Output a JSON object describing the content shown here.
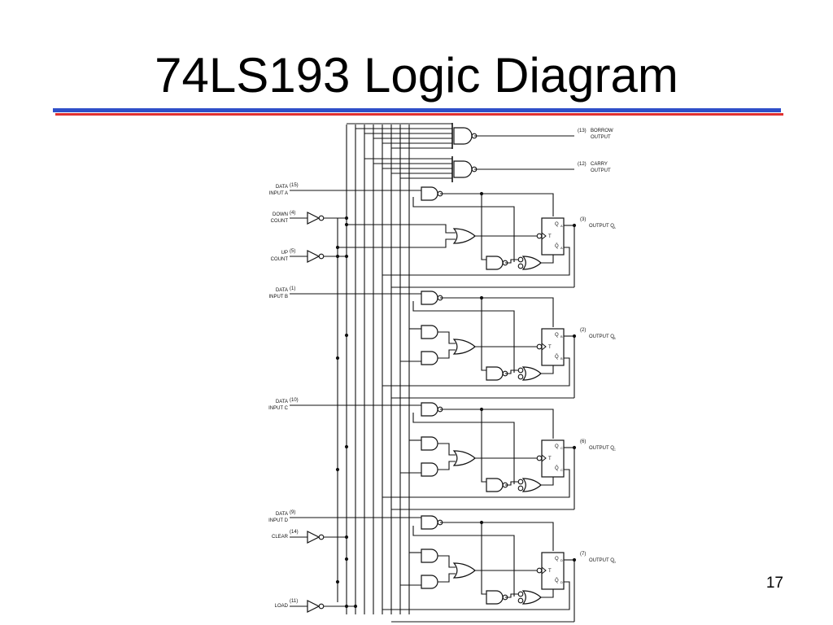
{
  "slide": {
    "title": "74LS193 Logic Diagram",
    "page_number": "17",
    "colors": {
      "rule_blue": "#2f4fc9",
      "rule_red": "#e03030",
      "ink": "#111111"
    }
  },
  "diagram": {
    "inputs": [
      {
        "id": "data-a",
        "line1": "DATA",
        "line2": "INPUT A",
        "pin": "(15)"
      },
      {
        "id": "down",
        "line1": "DOWN",
        "line2": "COUNT",
        "pin": "(4)"
      },
      {
        "id": "up",
        "line1": "UP",
        "line2": "COUNT",
        "pin": "(5)"
      },
      {
        "id": "data-b",
        "line1": "DATA",
        "line2": "INPUT B",
        "pin": "(1)"
      },
      {
        "id": "data-c",
        "line1": "DATA",
        "line2": "INPUT C",
        "pin": "(10)"
      },
      {
        "id": "data-d",
        "line1": "DATA",
        "line2": "INPUT D",
        "pin": "(9)"
      },
      {
        "id": "clear",
        "line1": "CLEAR",
        "line2": "",
        "pin": "(14)"
      },
      {
        "id": "load",
        "line1": "LOAD",
        "line2": "",
        "pin": "(11)"
      }
    ],
    "top_outputs": [
      {
        "id": "borrow",
        "line1": "BORROW",
        "line2": "OUTPUT",
        "pin": "(13)"
      },
      {
        "id": "carry",
        "line1": "CARRY",
        "line2": "OUTPUT",
        "pin": "(12)"
      }
    ],
    "stage_outputs": [
      {
        "id": "qa",
        "label": "OUTPUT Q",
        "sub": "A",
        "pin": "(3)"
      },
      {
        "id": "qb",
        "label": "OUTPUT Q",
        "sub": "B",
        "pin": "(2)"
      },
      {
        "id": "qc",
        "label": "OUTPUT Q",
        "sub": "C",
        "pin": "(6)"
      },
      {
        "id": "qd",
        "label": "OUTPUT Q",
        "sub": "D",
        "pin": "(7)"
      }
    ],
    "flipflop": {
      "q": "Q",
      "t": "T",
      "qbar": "Q̄"
    }
  }
}
